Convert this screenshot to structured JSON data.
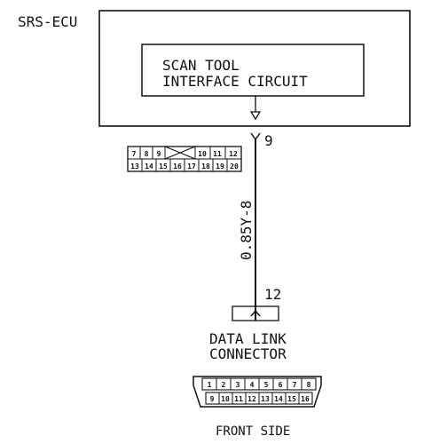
{
  "ecu": {
    "label": "SRS-ECU",
    "circuit_line1": "SCAN TOOL",
    "circuit_line2": "INTERFACE CIRCUIT"
  },
  "wire": {
    "terminal_top": "9",
    "terminal_bottom": "12",
    "code": "0.85Y-8"
  },
  "ecu_connector": {
    "row1": [
      "7",
      "8",
      "9",
      "",
      "10",
      "11",
      "12"
    ],
    "row2": [
      "13",
      "14",
      "15",
      "16",
      "17",
      "18",
      "19",
      "20"
    ]
  },
  "dlc": {
    "label_line1": "DATA LINK",
    "label_line2": "CONNECTOR",
    "row1": [
      "1",
      "2",
      "3",
      "4",
      "5",
      "6",
      "7",
      "8"
    ],
    "row2": [
      "9",
      "10",
      "11",
      "12",
      "13",
      "14",
      "15",
      "16"
    ],
    "side_label": "FRONT SIDE"
  }
}
